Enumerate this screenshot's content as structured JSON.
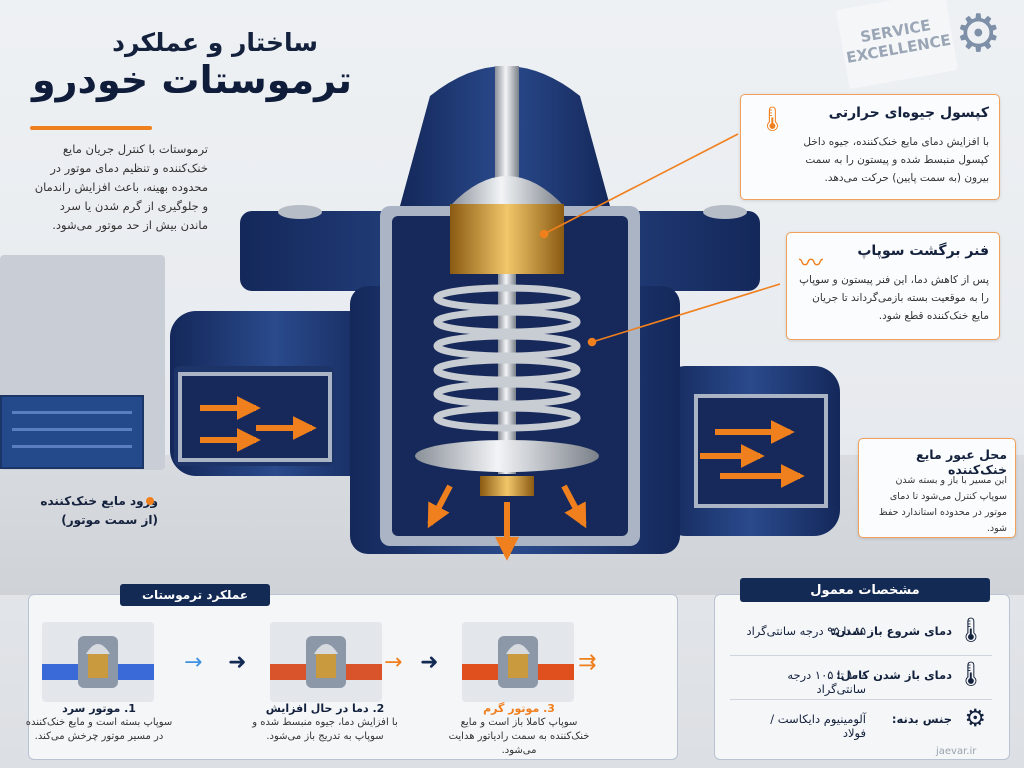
{
  "header": {
    "subtitle": "ساختار و عملکرد",
    "title": "ترموستات خودرو",
    "intro": "ترموستات با کنترل جریان مایع خنک‌کننده و تنظیم دمای موتور در محدوده بهینه، باعث افزایش راندمان و جلوگیری از گرم شدن یا سرد ماندن بیش از حد موتور می‌شود."
  },
  "background": {
    "sign_line1": "SERVICE",
    "sign_line2": "EXCELLENCE"
  },
  "inlet": {
    "label": "ورود مایع خنک‌کننده",
    "sub": "(از سمت موتور)"
  },
  "callouts": [
    {
      "title": "کپسول جیوه‌ای حرارتی",
      "text": "با افزایش دمای مایع خنک‌کننده، جیوه داخل کپسول منبسط شده و پیستون را به سمت بیرون (به سمت پایین) حرکت می‌دهد.",
      "icon": "thermometer-icon"
    },
    {
      "title": "فنر برگشت سوپاپ",
      "text": "پس از کاهش دما، این فنر پیستون و سوپاپ را به موقعیت بسته بازمی‌گرداند تا جریان مایع خنک‌کننده قطع شود.",
      "icon": "spring-icon"
    },
    {
      "title": "محل عبور مایع خنک‌کننده",
      "text": "این مسیر با باز و بسته شدن سوپاپ کنترل می‌شود تا دمای موتور در محدوده استاندارد حفظ شود."
    }
  ],
  "operation": {
    "tab": "عملکرد ترموستات",
    "steps": [
      {
        "title": "1. موتور سرد",
        "text": "سوپاپ بسته است و مایع خنک‌کننده در مسیر موتور چرخش می‌کند."
      },
      {
        "title": "2. دما در حال افزایش",
        "text": "با افزایش دما، جیوه منبسط شده و سوپاپ به تدریج باز می‌شود."
      },
      {
        "title": "3. موتور گرم",
        "text": "سوپاپ کاملا باز است و مایع خنک‌کننده به سمت رادیاتور هدایت می‌شود."
      }
    ]
  },
  "specs": {
    "tab": "مشخصات معمول",
    "rows": [
      {
        "label": "دمای شروع باز شدن:",
        "value": "۸۵ تا ۹۵ درجه سانتی‌گراد",
        "icon": "thermometer-icon"
      },
      {
        "label": "دمای باز شدن کامل:",
        "value": "۱۰۰ تا ۱۰۵ درجه سانتی‌گراد",
        "icon": "thermometer-icon"
      },
      {
        "label": "جنس بدنه:",
        "value": "آلومینیوم دایکاست / فولاد",
        "icon": "gear-icon"
      }
    ]
  },
  "watermark": "jaevar.ir",
  "colors": {
    "accent": "#f07f1d",
    "navy": "#132a55",
    "body": "#1b3570"
  }
}
